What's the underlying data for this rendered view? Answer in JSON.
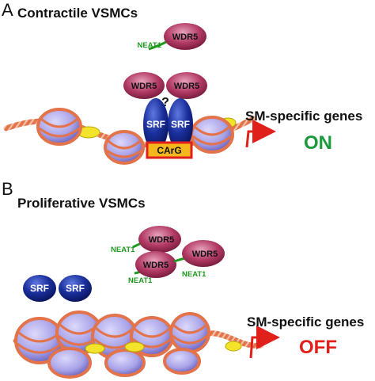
{
  "panel_a": {
    "letter": "A",
    "title": "Contractile VSMCs",
    "neat1": "NEAT1",
    "wdr5_free": "WDR5",
    "wdr5_left": "WDR5",
    "wdr5_right": "WDR5",
    "question": "?",
    "srf_left": "SRF",
    "srf_right": "SRF",
    "carg": "CArG",
    "genes": "SM-specific genes",
    "status": "ON",
    "status_color": "#1a9a3a"
  },
  "panel_b": {
    "letter": "B",
    "title": "Proliferative VSMCs",
    "wdr5_top": "WDR5",
    "wdr5_bottom_left": "WDR5",
    "wdr5_bottom_right": "WDR5",
    "neat1_top": "NEAT1",
    "neat1_bottom_left": "NEAT1",
    "neat1_bottom_right": "NEAT1",
    "srf_left": "SRF",
    "srf_right": "SRF",
    "genes": "SM-specific genes",
    "status": "OFF",
    "status_color": "#e0201b"
  },
  "colors": {
    "wdr5": "#b23a64",
    "srf": "#1a2f9c",
    "nucleosome": "#a9a3e8",
    "dna": "#e2734a",
    "yellow_factor": "#f3e32a",
    "carg_box": "#f5b81c",
    "arrow": "#e0201b",
    "neat1": "#1f9a1f"
  }
}
